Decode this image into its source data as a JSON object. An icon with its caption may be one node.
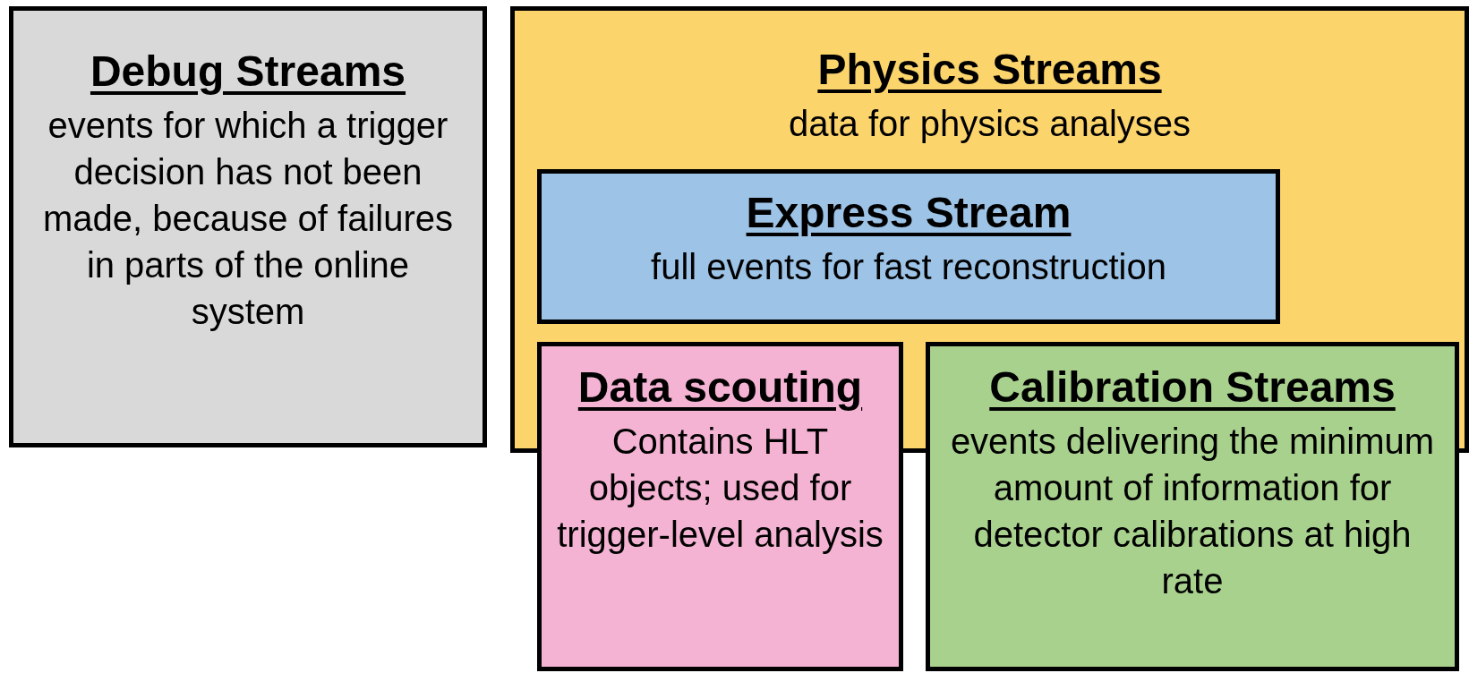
{
  "diagram": {
    "nodes": [
      {
        "text": [
          "Debug Streams",
          "events for which a trigger decision has not been made, because of failures in parts of the online system"
        ]
      },
      {
        "text": [
          "Physics Streams",
          "data for physics analyses"
        ]
      },
      {
        "text": [
          "Express Stream",
          "full events for fast reconstruction"
        ],
        "in": 1
      },
      {
        "text": [
          "Data scouting",
          "Contains HLT objects; used for trigger-level analysis"
        ]
      },
      {
        "text": [
          "Calibration Streams",
          "events delivering the minimum amount of information for detector calibrations at high rate"
        ]
      }
    ],
    "edges": []
  }
}
